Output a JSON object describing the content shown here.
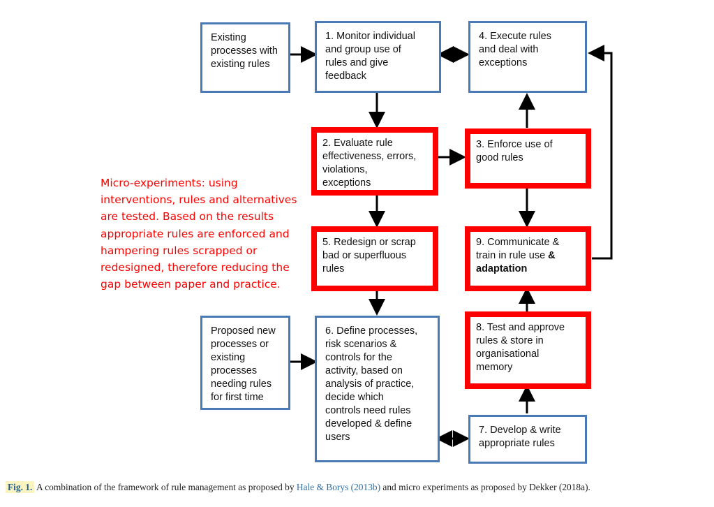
{
  "boxes": {
    "existing": "Existing\nprocesses with\nexisting rules",
    "b1": "1. Monitor individual\nand group use of\nrules and give\nfeedback",
    "b4": "4. Execute rules\nand deal with\nexceptions",
    "b2": "2. Evaluate rule\neffectiveness, errors,\nviolations,\nexceptions",
    "b3": "3. Enforce use of\ngood rules",
    "b5": "5. Redesign or scrap\nbad or superfluous\nrules",
    "b9_text": "9. Communicate &\ntrain in rule use ",
    "b9_amp": "&",
    "b9_bold": "adaptation",
    "proposed": "Proposed new\nprocesses or\nexisting\nprocesses\nneeding rules\nfor first time",
    "b6": "6. Define processes,\nrisk scenarios &\ncontrols for the\nactivity, based on\nanalysis of practice,\ndecide which\ncontrols need rules\ndeveloped & define\nusers",
    "b8": "8. Test and approve\nrules & store in\norganisational\nmemory",
    "b7": "7. Develop & write\nappropriate rules"
  },
  "note": "Micro-experiments: using\ninterventions, rules and alternatives\nare tested. Based on the results\nappropriate rules are enforced and\nhampering rules scrapped or\nredesigned, therefore reducing the\ngap between paper and practice.",
  "caption": {
    "label": "Fig. 1.",
    "text1": " A combination of the framework of rule management as proposed by ",
    "cite1": "Hale & Borys (2013b)",
    "text2": " and micro experiments as proposed by Dekker (2018a)."
  },
  "colors": {
    "blue_border": "#4a7ab5",
    "red_border": "#ff0000",
    "note_text": "#ff0000",
    "arrow": "#000000"
  }
}
